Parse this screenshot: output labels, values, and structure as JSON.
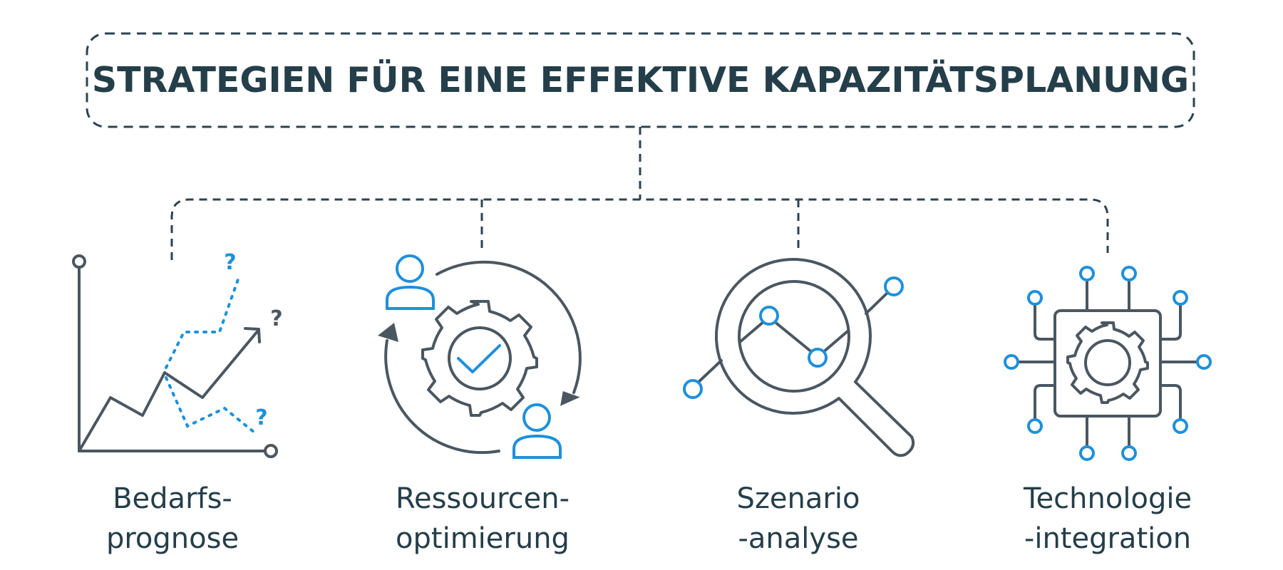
{
  "title": "STRATEGIEN FÜR EINE EFFEKTIVE KAPAZITÄTSPLANUNG",
  "colors": {
    "title_text": "#243E4A",
    "connector": "#2B4350",
    "icon_stroke": "#4A5761",
    "accent_blue": "#1E90DB",
    "background": "#FFFFFF"
  },
  "strategies": [
    {
      "icon": "chart-forecast-icon",
      "line1": "Bedarfs-",
      "line2": "prognose"
    },
    {
      "icon": "gear-cycle-people-icon",
      "line1": "Ressourcen-",
      "line2": "optimierung"
    },
    {
      "icon": "magnifier-chart-icon",
      "line1": "Szenario",
      "line2": "-analyse"
    },
    {
      "icon": "chip-gear-icon",
      "line1": "Technologie",
      "line2": "-integration"
    }
  ],
  "icon_glyphs": {
    "question_mark": "?"
  }
}
